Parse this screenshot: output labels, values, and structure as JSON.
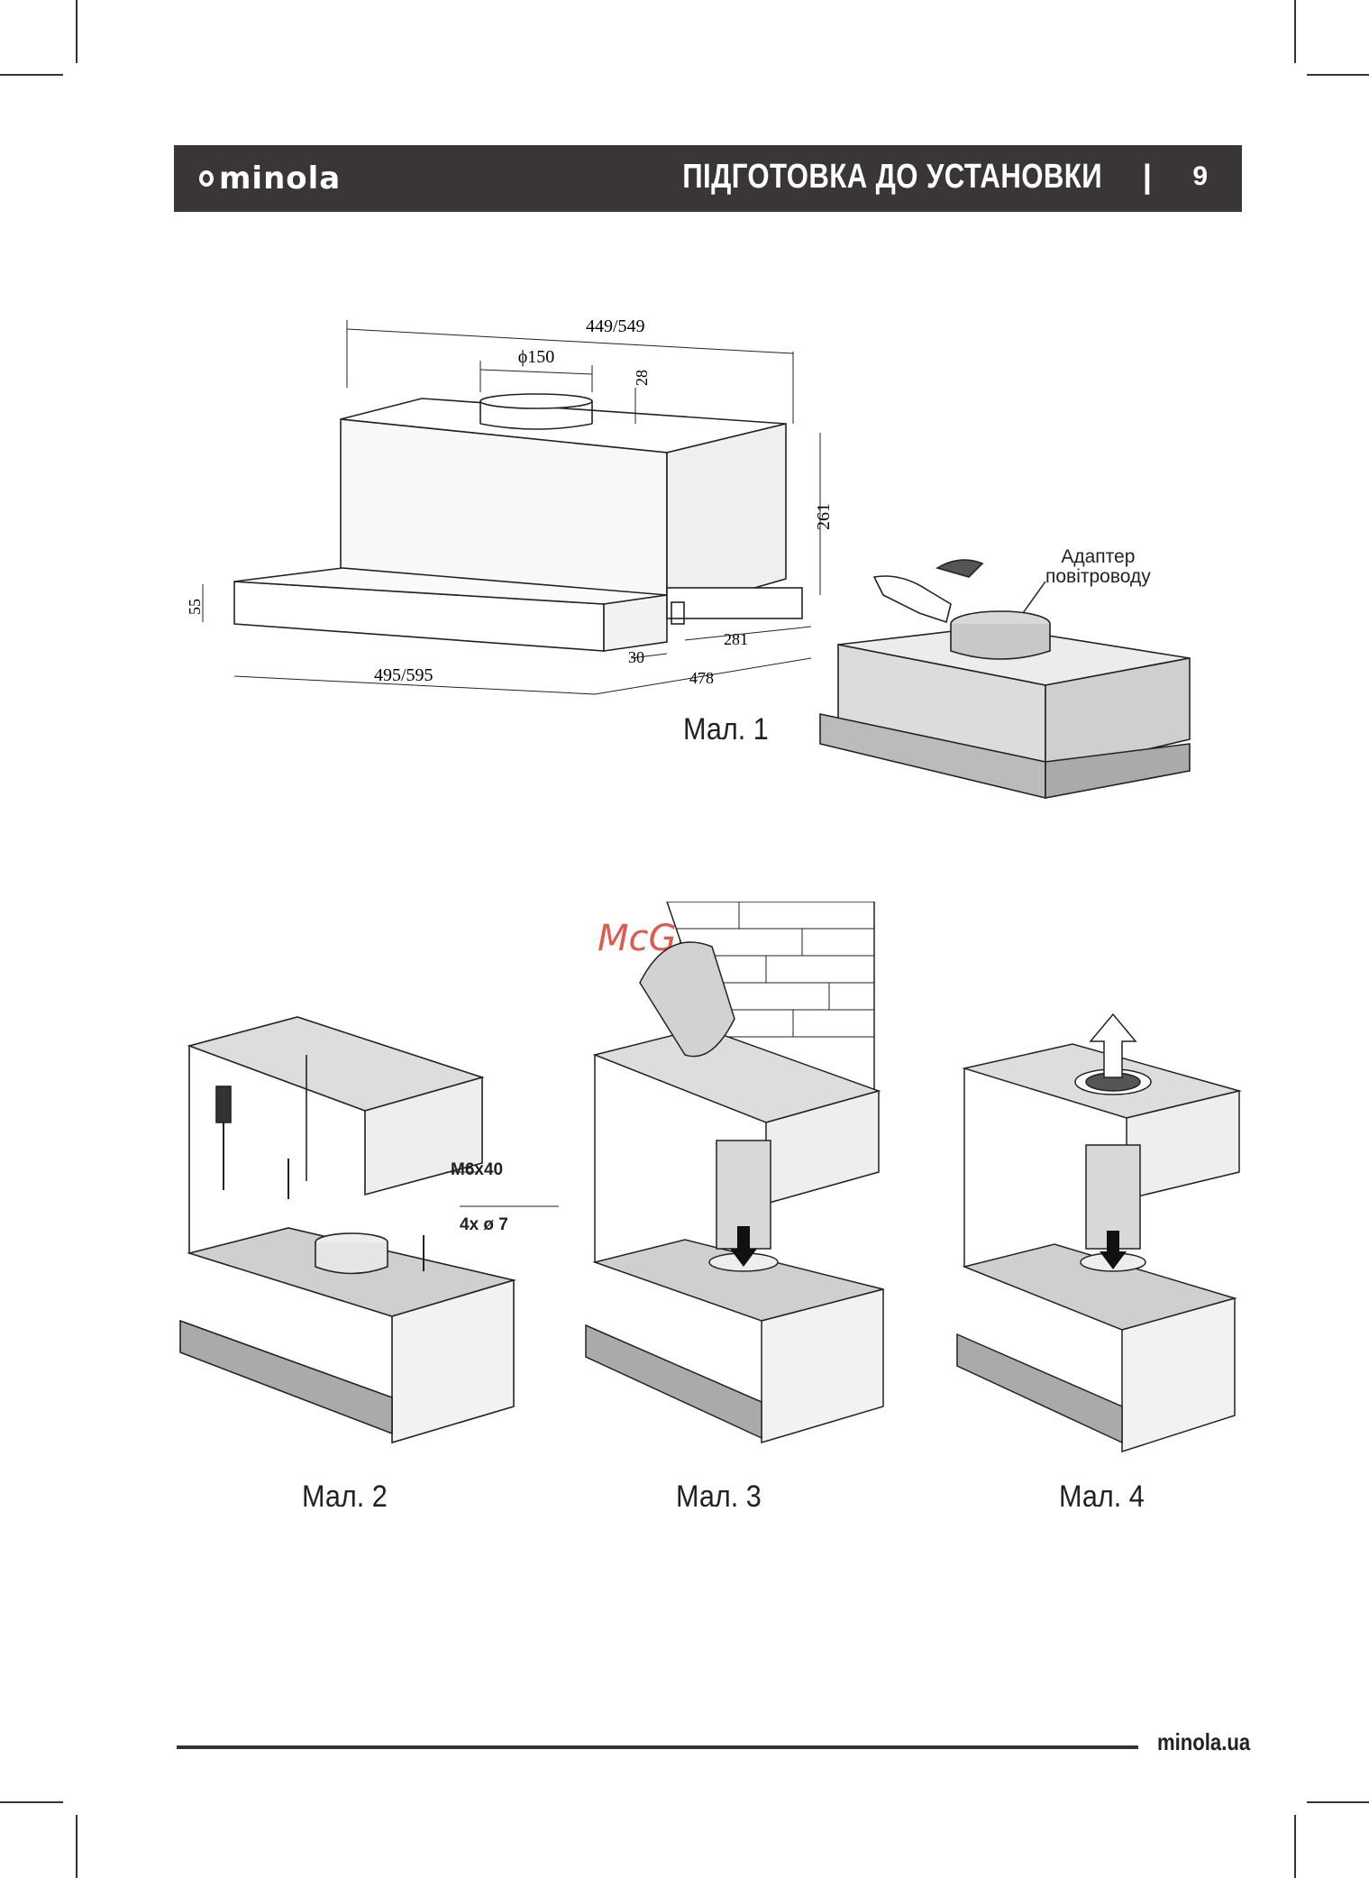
{
  "header": {
    "brand": "minola",
    "title": "ПІДГОТОВКА ДО УСТАНОВКИ",
    "separator": "|",
    "page_number": "9"
  },
  "figure1": {
    "label": "Мал. 1",
    "dimensions": {
      "top_width": "449/549",
      "duct_diameter": "ϕ150",
      "duct_height": "28",
      "height": "261",
      "front_height": "55",
      "front_width": "495/595",
      "offset": "30",
      "depth_inner": "281",
      "depth": "478"
    },
    "callout": [
      "Адаптер",
      "повітроводу"
    ]
  },
  "figure2": {
    "label": "Мал. 2",
    "callouts": [
      "M6x40",
      "4x ø 7"
    ]
  },
  "figure3": {
    "label": "Мал. 3"
  },
  "figure4": {
    "label": "Мал. 4"
  },
  "watermark": "McGrp.Ru",
  "footer": {
    "site": "minola.ua"
  }
}
